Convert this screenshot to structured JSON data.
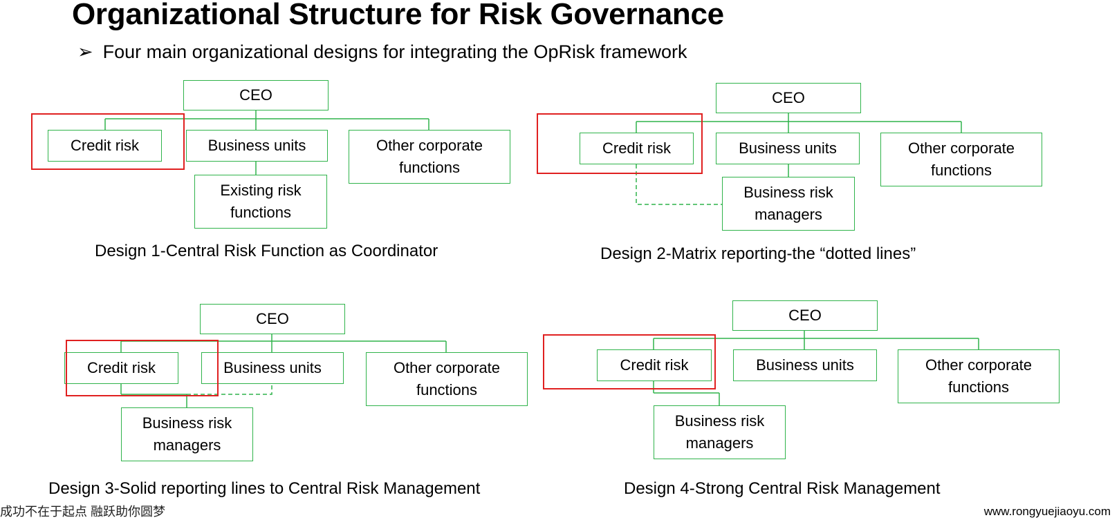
{
  "title": "Organizational Structure for Risk Governance",
  "subtitle": "Four main organizational designs for integrating the OpRisk framework",
  "bullet_icon": "arrow-bullet",
  "colors": {
    "box_border": "#2fb34a",
    "highlight": "#e02020"
  },
  "boxes": {
    "ceo": "CEO",
    "credit_risk": "Credit risk",
    "business_units": "Business units",
    "other_corporate_line1": "Other corporate",
    "other_corporate_line2": "functions",
    "existing_risk_line1": "Existing risk",
    "existing_risk_line2": "functions",
    "business_risk_line1": "Business risk",
    "business_risk_line2": "managers"
  },
  "captions": {
    "design1": "Design 1-Central Risk Function as Coordinator",
    "design2": "Design 2-Matrix reporting-the “dotted lines”",
    "design3": "Design 3-Solid reporting lines to Central Risk Management",
    "design4": "Design 4-Strong Central Risk Management"
  },
  "footer": {
    "website": "www.rongyuejiaoyu.com",
    "left_text": "成功不在于起点 融跃助你圆梦"
  }
}
